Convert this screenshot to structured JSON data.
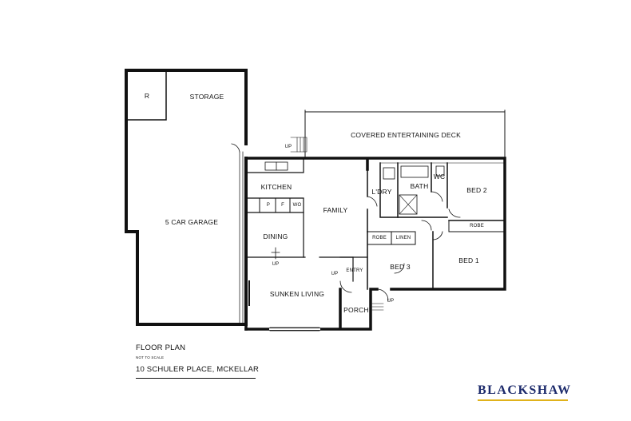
{
  "rooms": {
    "r": "R",
    "storage": "STORAGE",
    "garage": "5 CAR GARAGE",
    "deck": "COVERED ENTERTAINING DECK",
    "kitchen": "KITCHEN",
    "pantry": "P",
    "fridge": "F",
    "wall_oven": "WO",
    "dining": "DINING",
    "family": "FAMILY",
    "sunken_living": "SUNKEN LIVING",
    "laundry": "L'DRY",
    "bath": "BATH",
    "wc": "WC",
    "bed2": "BED 2",
    "robe_bed2": "ROBE",
    "robe_bed3": "ROBE",
    "linen": "LINEN",
    "bed3": "BED 3",
    "bed1": "BED 1",
    "entry": "ENTRY",
    "porch": "PORCH"
  },
  "stairs": {
    "up_garage": "UP",
    "up_living": "UP",
    "up_entry": "UP",
    "up_porch": "UP"
  },
  "caption": {
    "title": "FLOOR PLAN",
    "subtitle": "NOT TO SCALE",
    "address": "10 SCHULER PLACE, MCKELLAR"
  },
  "brand": {
    "name": "BLACKSHAW",
    "text_color": "#1c2a6b",
    "accent_color": "#e0b21b"
  }
}
